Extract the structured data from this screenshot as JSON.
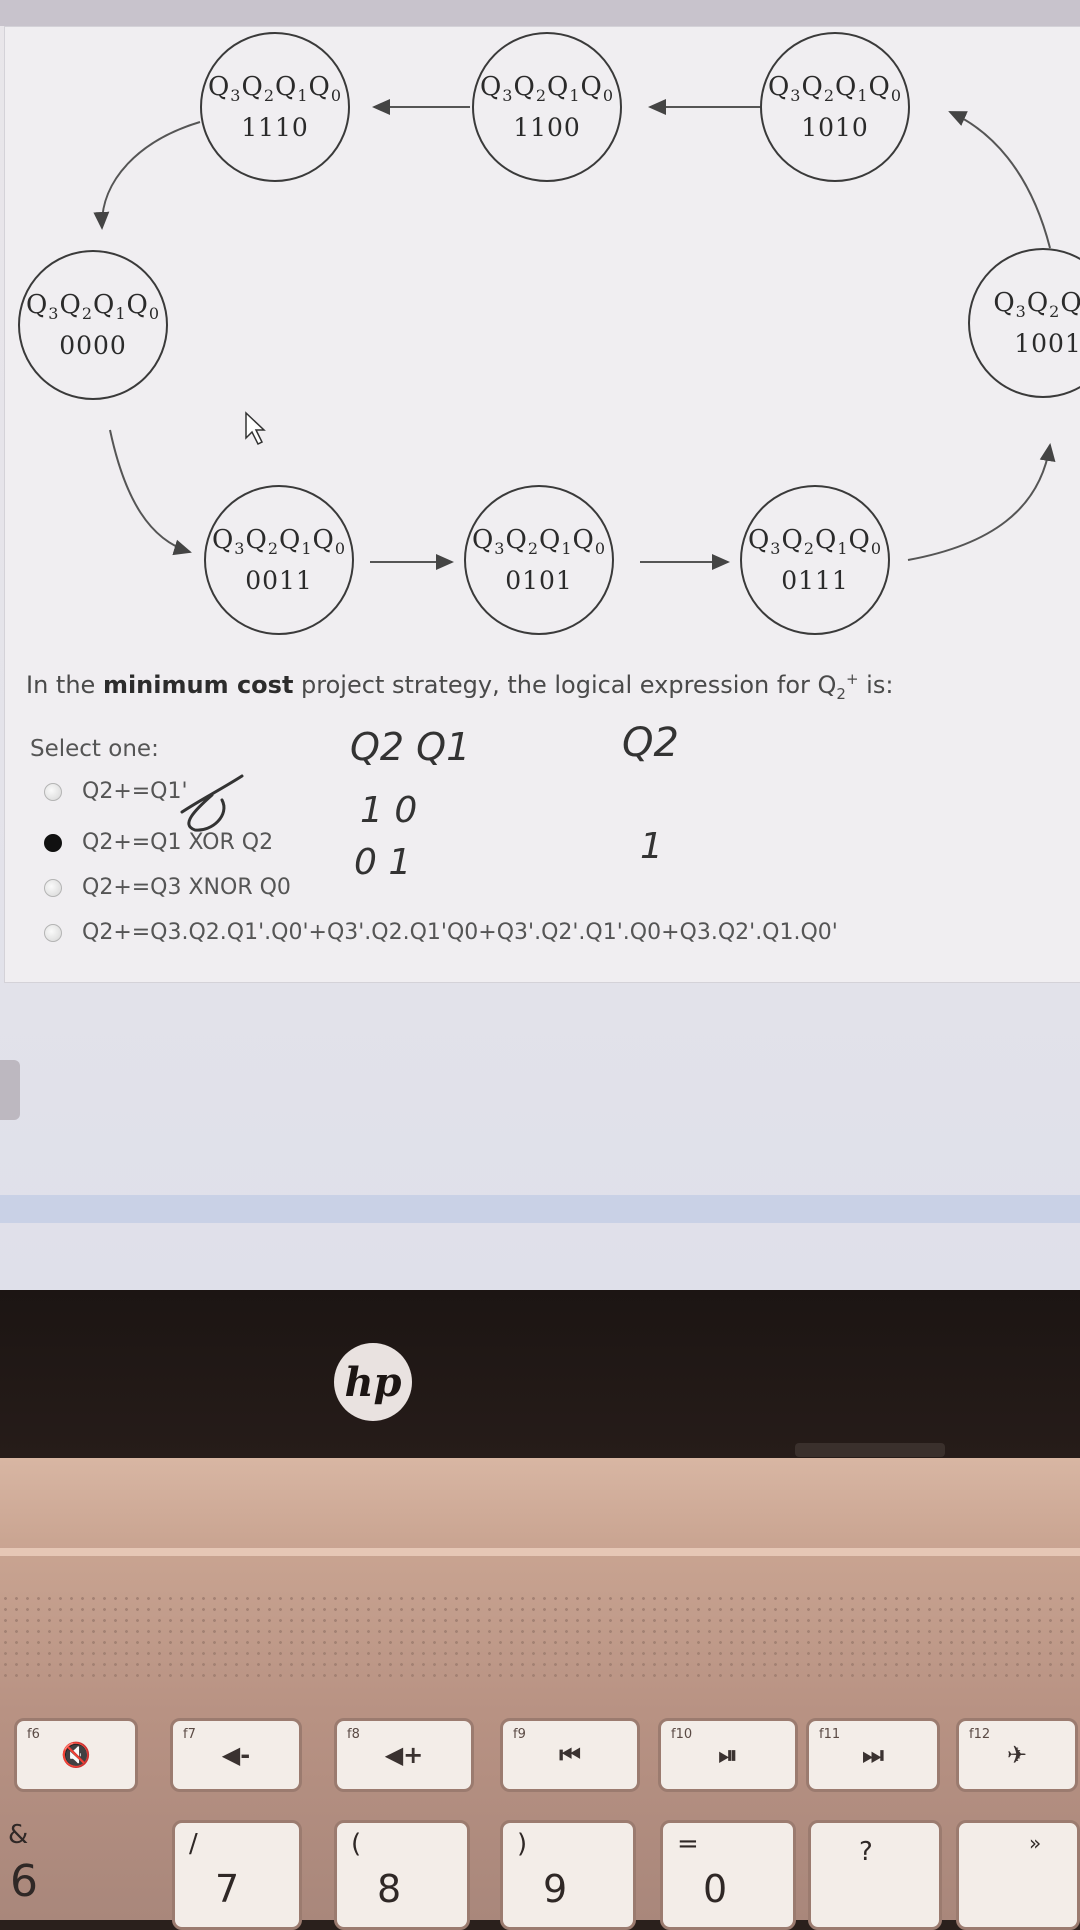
{
  "diagram": {
    "states": [
      {
        "id": "s1110",
        "label": "Q3Q2Q1Q0",
        "code": "1110"
      },
      {
        "id": "s1100",
        "label": "Q3Q2Q1Q0",
        "code": "1100"
      },
      {
        "id": "s1010",
        "label": "Q3Q2Q1Q0",
        "code": "1010"
      },
      {
        "id": "s0000",
        "label": "Q3Q2Q1Q0",
        "code": "0000"
      },
      {
        "id": "s1001",
        "label": "Q3Q2Q",
        "code": "1001"
      },
      {
        "id": "s0011",
        "label": "Q3Q2Q1Q0",
        "code": "0011"
      },
      {
        "id": "s0101",
        "label": "Q3Q2Q1Q0",
        "code": "0101"
      },
      {
        "id": "s0111",
        "label": "Q3Q2Q1Q0",
        "code": "0111"
      }
    ]
  },
  "question": {
    "text_before": "In the ",
    "text_bold": "minimum cost",
    "text_after": " project strategy, the logical expression for Q",
    "sub": "2",
    "sup": "+",
    "text_end": " is:"
  },
  "select_one": "Select one:",
  "options": [
    {
      "text": "Q2+=Q1'",
      "checked": false
    },
    {
      "text": "Q2+=Q1 XOR Q2",
      "checked": true
    },
    {
      "text": "Q2+=Q3 XNOR Q0",
      "checked": false
    },
    {
      "text": "Q2+=Q3.Q2.Q1'.Q0'+Q3'.Q2.Q1'Q0+Q3'.Q2'.Q1'.Q0+Q3.Q2'.Q1.Q0'",
      "checked": false
    }
  ],
  "handwriting": {
    "header_left": "Q2 Q1",
    "header_right": "Q2",
    "row1": "1 0",
    "row1_right": "1",
    "row2": "0 1"
  },
  "laptop": {
    "brand": "hp",
    "fkeys": [
      {
        "fn": "f6",
        "icon": "mute-icon",
        "sym": "🔇"
      },
      {
        "fn": "f7",
        "icon": "volume-down-icon",
        "sym": "◀-"
      },
      {
        "fn": "f8",
        "icon": "volume-up-icon",
        "sym": "◀+"
      },
      {
        "fn": "f9",
        "icon": "previous-track-icon",
        "sym": "⏮"
      },
      {
        "fn": "f10",
        "icon": "play-pause-icon",
        "sym": "⏯"
      },
      {
        "fn": "f11",
        "icon": "next-track-icon",
        "sym": "⏭"
      },
      {
        "fn": "f12",
        "icon": "airplane-icon",
        "sym": "✈"
      }
    ],
    "numkeys": [
      {
        "top": "/",
        "bot": "7"
      },
      {
        "top": "(",
        "bot": "8"
      },
      {
        "top": ")",
        "bot": "9"
      },
      {
        "top": "=",
        "bot": "0"
      },
      {
        "top": "?",
        "bot": ""
      },
      {
        "top": "»",
        "bot": ""
      }
    ],
    "left_top": "&",
    "left_bot": "6"
  }
}
